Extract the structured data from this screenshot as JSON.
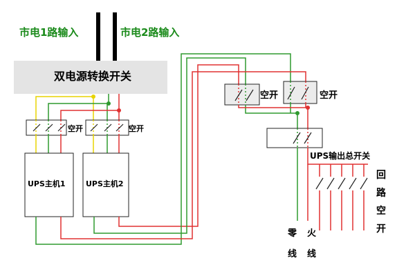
{
  "labels": {
    "mains1": "市电1路输入",
    "mains2": "市电2路输入",
    "ats": "双电源转换开关",
    "breaker": "空开",
    "ups1": "UPS主机1",
    "ups2": "UPS主机2",
    "ups_main": "UPS输出总开关",
    "branch_chars": [
      "回",
      "路",
      "空",
      "开"
    ],
    "neutral_chars": [
      "零",
      "线"
    ],
    "live_chars": [
      "火",
      "线"
    ]
  },
  "colors": {
    "green_wire": "#2e9a2e",
    "red_wire": "#e03030",
    "yellow_wire": "#e8d400",
    "label_green": "#1a8a1a",
    "panel_gray": "#e4e4e4"
  }
}
